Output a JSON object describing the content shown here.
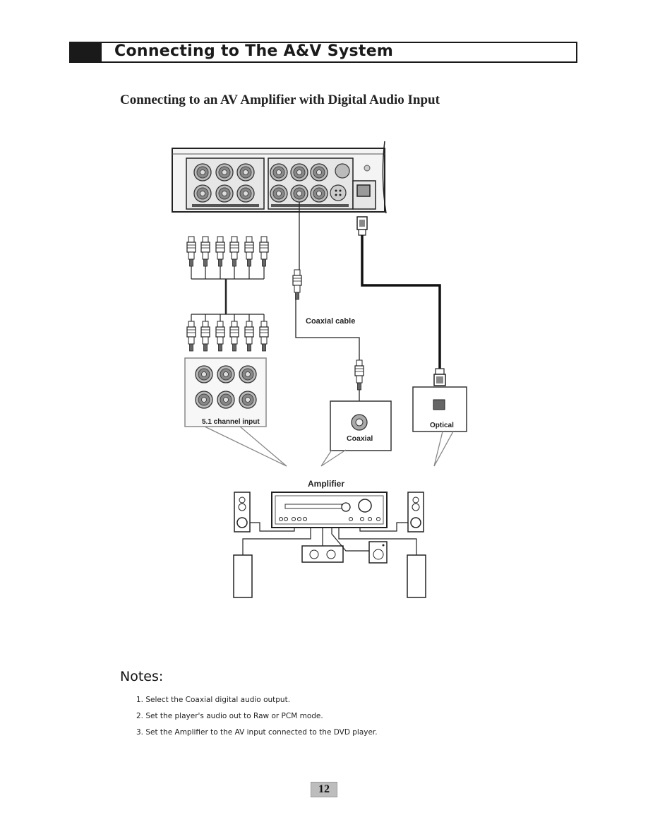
{
  "header": {
    "title": "Connecting to The A&V System"
  },
  "subtitle": "Connecting to an AV Amplifier with Digital Audio Input",
  "diagram": {
    "label_coaxial_cable": "Coaxial cable",
    "label_51_input": "5.1 channel input",
    "label_coaxial": "Coaxial",
    "label_optical": "Optical",
    "label_amplifier": "Amplifier"
  },
  "notes": {
    "title": "Notes:",
    "items": [
      "1. Select the Coaxial digital audio output.",
      "2. Set the player's audio out to Raw or PCM mode.",
      "3. Set the Amplifier to the AV input connected to the DVD player."
    ]
  },
  "page_number": "12"
}
